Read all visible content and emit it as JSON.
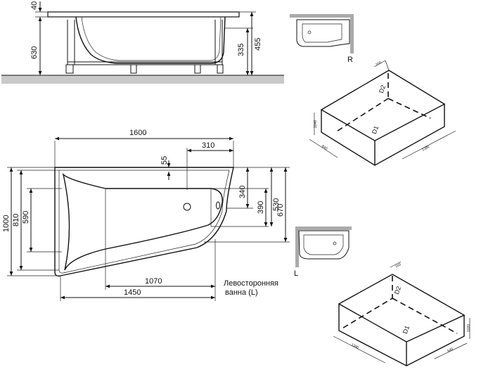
{
  "side_view": {
    "dims": {
      "rim": "40",
      "height_total": "630",
      "depth_a": "335",
      "depth_b": "455"
    }
  },
  "top_view": {
    "dims": {
      "length": "1600",
      "from_right": "310",
      "tap_offset": "55",
      "width_total": "1000",
      "width_a": "810",
      "width_b": "590",
      "right_a": "340",
      "right_b": "390",
      "right_c": "530",
      "right_d": "670",
      "bottom_a": "1070",
      "bottom_b": "1450"
    },
    "caption_line1": "Левосторонняя",
    "caption_line2": "ванна (L)"
  },
  "icons": {
    "right_label": "R",
    "left_label": "L"
  },
  "box_right": {
    "labels": {
      "top": "150",
      "side": "1040",
      "front": "840",
      "long": "1380"
    },
    "markers": {
      "a": "D1",
      "b": "D2"
    }
  },
  "box_left": {
    "labels": {
      "top": "150",
      "side": "1020",
      "front": "640",
      "long": "1390"
    },
    "markers": {
      "a": "D1",
      "b": "D2"
    }
  }
}
